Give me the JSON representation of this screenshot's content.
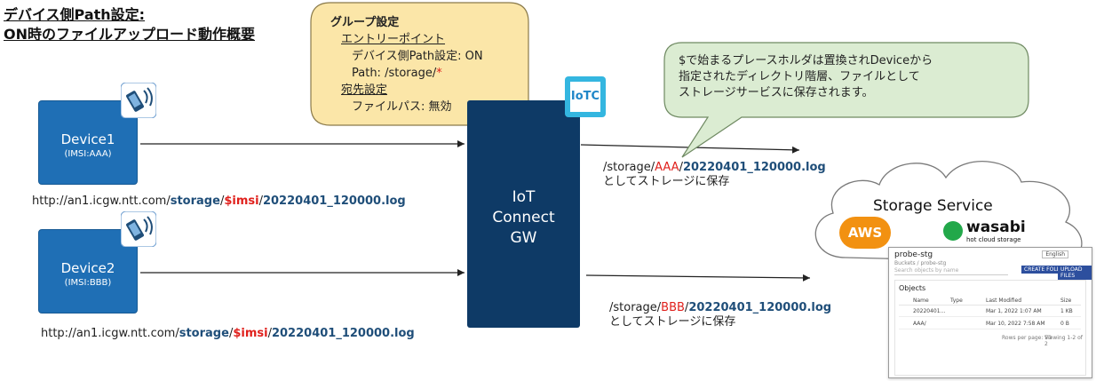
{
  "title": {
    "line1": "デバイス側Path設定:",
    "line2": "ON時のファイルアップロード動作概要"
  },
  "devices": [
    {
      "name": "Device1",
      "imsi": "(IMSI:AAA)"
    },
    {
      "name": "Device2",
      "imsi": "(IMSI:BBB)"
    }
  ],
  "request_urls": [
    {
      "prefix": "http://an1.icgw.ntt.com/",
      "storage": "storage",
      "sep1": "/",
      "var": "$imsi",
      "sep2": "/",
      "file": "20220401_120000.log"
    },
    {
      "prefix": "http://an1.icgw.ntt.com/",
      "storage": "storage",
      "sep1": "/",
      "var": "$imsi",
      "sep2": "/",
      "file": "20220401_120000.log"
    }
  ],
  "gateway": {
    "line1": "IoT",
    "line2": "Connect",
    "line3": "GW",
    "badge": "IoTC"
  },
  "group_callout": {
    "heading": "グループ設定",
    "entry_label": "エントリーポイント",
    "path_setting": "デバイス側Path設定: ON",
    "path_label": "Path:  /storage/",
    "path_wildcard": "*",
    "dest_label": "宛先設定",
    "file_path": "ファイルパス: 無効"
  },
  "note_callout": {
    "line1": "$で始まるプレースホルダは置換されDeviceから",
    "line2": "指定されたディレクトリ階層、ファイルとして",
    "line3": "ストレージサービスに保存されます。"
  },
  "destinations": [
    {
      "prefix": "/storage/",
      "imsi": "AAA",
      "sep": "/",
      "file": "20220401_120000.log",
      "suffix": "としてストレージに保存"
    },
    {
      "prefix": "/storage/",
      "imsi": "BBB",
      "sep": "/",
      "file": "20220401_120000.log",
      "suffix": "としてストレージに保存"
    }
  ],
  "storage": {
    "label": "Storage Service",
    "aws": "AWS",
    "wasabi": "wasabi",
    "wasabi_tag": "hot cloud storage"
  },
  "console_shot": {
    "bucket": "probe-stg",
    "breadcrumb": "Buckets  /  probe-stg",
    "search_placeholder": "Search objects by name",
    "create_folder": "CREATE FOLDER",
    "upload_files": "UPLOAD FILES",
    "objects_heading": "Objects",
    "columns": [
      "Name",
      "Type",
      "Last Modified",
      "Size"
    ],
    "rows": [
      {
        "name": "20220401…",
        "modified": "Mar 1, 2022 1:07 AM",
        "size": "1 KB"
      },
      {
        "name": "AAA/",
        "modified": "Mar 10, 2022 7:58 AM",
        "size": "0 B"
      }
    ],
    "footer_rows": "Rows per page: 50",
    "footer_range": "Viewing 1-2 of 2",
    "lang": "English"
  },
  "colors": {
    "device": "#1f6fb5",
    "gateway": "#0e3a66",
    "callout": "#fbe6a8",
    "note": "#dbecd2",
    "accent_red": "#e0201c",
    "path_blue": "#1f4e79"
  }
}
